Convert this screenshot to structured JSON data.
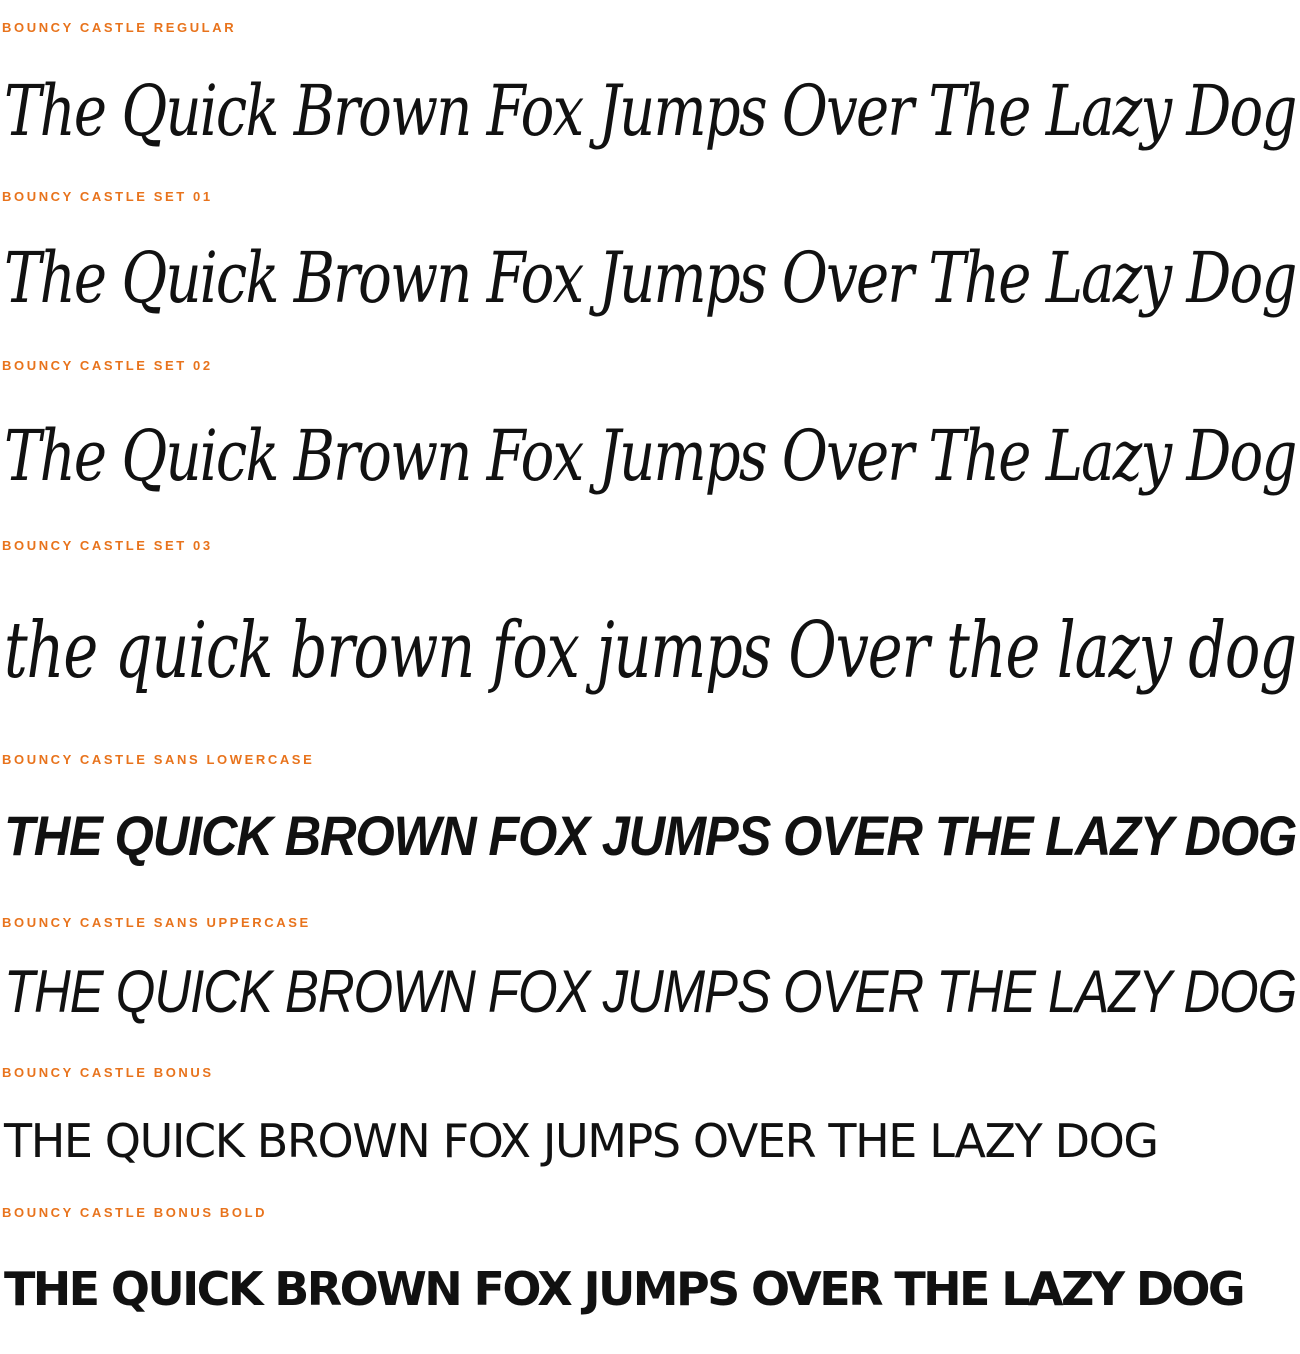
{
  "specimens": [
    {
      "label": "BOUNCY CASTLE REGULAR",
      "sample": "The Quick Brown Fox Jumps Over The Lazy Dog"
    },
    {
      "label": "BOUNCY CASTLE SET 01",
      "sample": "The Quick Brown Fox Jumps Over The Lazy Dog"
    },
    {
      "label": "BOUNCY CASTLE SET 02",
      "sample": "The Quick Brown Fox Jumps Over The Lazy Dog"
    },
    {
      "label": "BOUNCY CASTLE SET 03",
      "sample": "the quick brown fox jumps Over the lazy dog"
    },
    {
      "label": "BOUNCY CASTLE SANS LOWERCASE",
      "sample": "THE QUICK BROWN FOX JUMPS OVER THE LAZY DOG"
    },
    {
      "label": "BOUNCY CASTLE SANS UPPERCASE",
      "sample": "THE QUICK BROWN FOX JUMPS OVER THE LAZY DOG"
    },
    {
      "label": "BOUNCY CASTLE BONUS",
      "sample": "THE QUICK BROWN FOX JUMPS OVER THE LAZY DOG"
    },
    {
      "label": "BOUNCY CASTLE BONUS BOLD",
      "sample": "THE QUICK BROWN FOX JUMPS OVER THE LAZY DOG"
    }
  ],
  "colors": {
    "label": "#e8731c",
    "sample": "#111111",
    "background": "#ffffff"
  }
}
